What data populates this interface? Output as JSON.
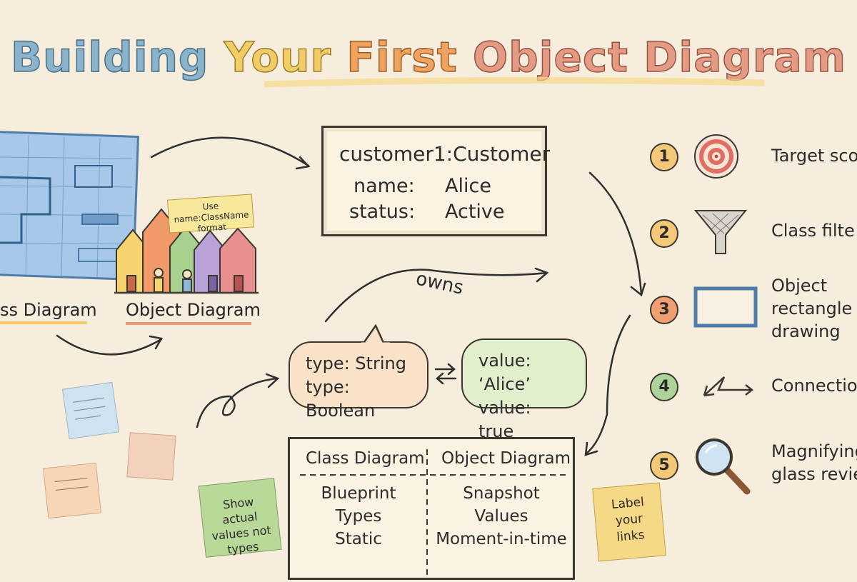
{
  "title": {
    "w1": "Building",
    "w2": "Your",
    "w3": "First",
    "w4": "Object",
    "w5": "Diagram"
  },
  "left": {
    "class_caption": "ss Diagram",
    "object_caption": "Object Diagram",
    "tag_note": "Use name:ClassName format"
  },
  "object_box": {
    "title": "customer1:Customer",
    "attributes": [
      {
        "name": "name:",
        "value": "Alice"
      },
      {
        "name": "status:",
        "value": "Active"
      }
    ]
  },
  "link_label": "owns",
  "types_bubble": {
    "line1": "type: String",
    "line2": "type: Boolean"
  },
  "values_bubble": {
    "line1": "value: ‘Alice’",
    "line2": "value: true"
  },
  "comparison": {
    "headers": [
      "Class Diagram",
      "Object Diagram"
    ],
    "left_col": [
      "Blueprint",
      "Types",
      "Static"
    ],
    "right_col": [
      "Snapshot",
      "Values",
      "Moment-in-time"
    ]
  },
  "sticky_notes": {
    "green": "Show actual values not types",
    "yellow": "Label your links"
  },
  "steps": [
    {
      "number": "1",
      "label": "Target sco",
      "icon": "target-icon"
    },
    {
      "number": "2",
      "label": "Class filte",
      "icon": "funnel-icon"
    },
    {
      "number": "3",
      "label": "Object\nrectangle\ndrawing",
      "icon": "rectangle-icon"
    },
    {
      "number": "4",
      "label": "Connectio",
      "icon": "connector-arrow-icon"
    },
    {
      "number": "5",
      "label": "Magnifying\nglass revie",
      "icon": "magnifying-glass-icon"
    }
  ],
  "colors": {
    "background": "#f6eddc",
    "badge_yellow": "#f3c977",
    "badge_orange": "#f0a070",
    "badge_green": "#aed39a",
    "blueprint": "#a7c8e8"
  }
}
